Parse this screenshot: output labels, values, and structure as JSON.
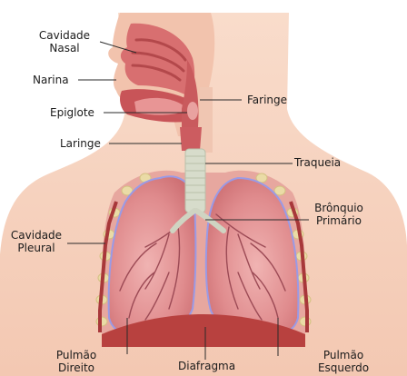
{
  "labels": {
    "nasal_cavity": [
      "Cavidade",
      "Nasal"
    ],
    "nostril": "Narina",
    "epiglottis": "Epiglote",
    "pharynx": "Faringe",
    "larynx": "Laringe",
    "trachea": "Traqueia",
    "primary_bronchus": [
      "Brônquio",
      "Primário"
    ],
    "pleural_cavity": [
      "Cavidade",
      "Pleural"
    ],
    "right_lung": [
      "Pulmão",
      "Direito"
    ],
    "diaphragm": "Diafragma",
    "left_lung": [
      "Pulmão",
      "Esquerdo"
    ]
  },
  "colors": {
    "skin": "#f6d2bf",
    "skin_dark": "#eab59c",
    "lung": "#dc7f82",
    "lung_light": "#efb0af",
    "pleura_outline": "#9a9ae6",
    "rib": "#eadba6",
    "muscle": "#a8383a",
    "trachea": "#d7dccb",
    "leader_line": "#2a2a2a",
    "text": "#1b1b1b"
  }
}
